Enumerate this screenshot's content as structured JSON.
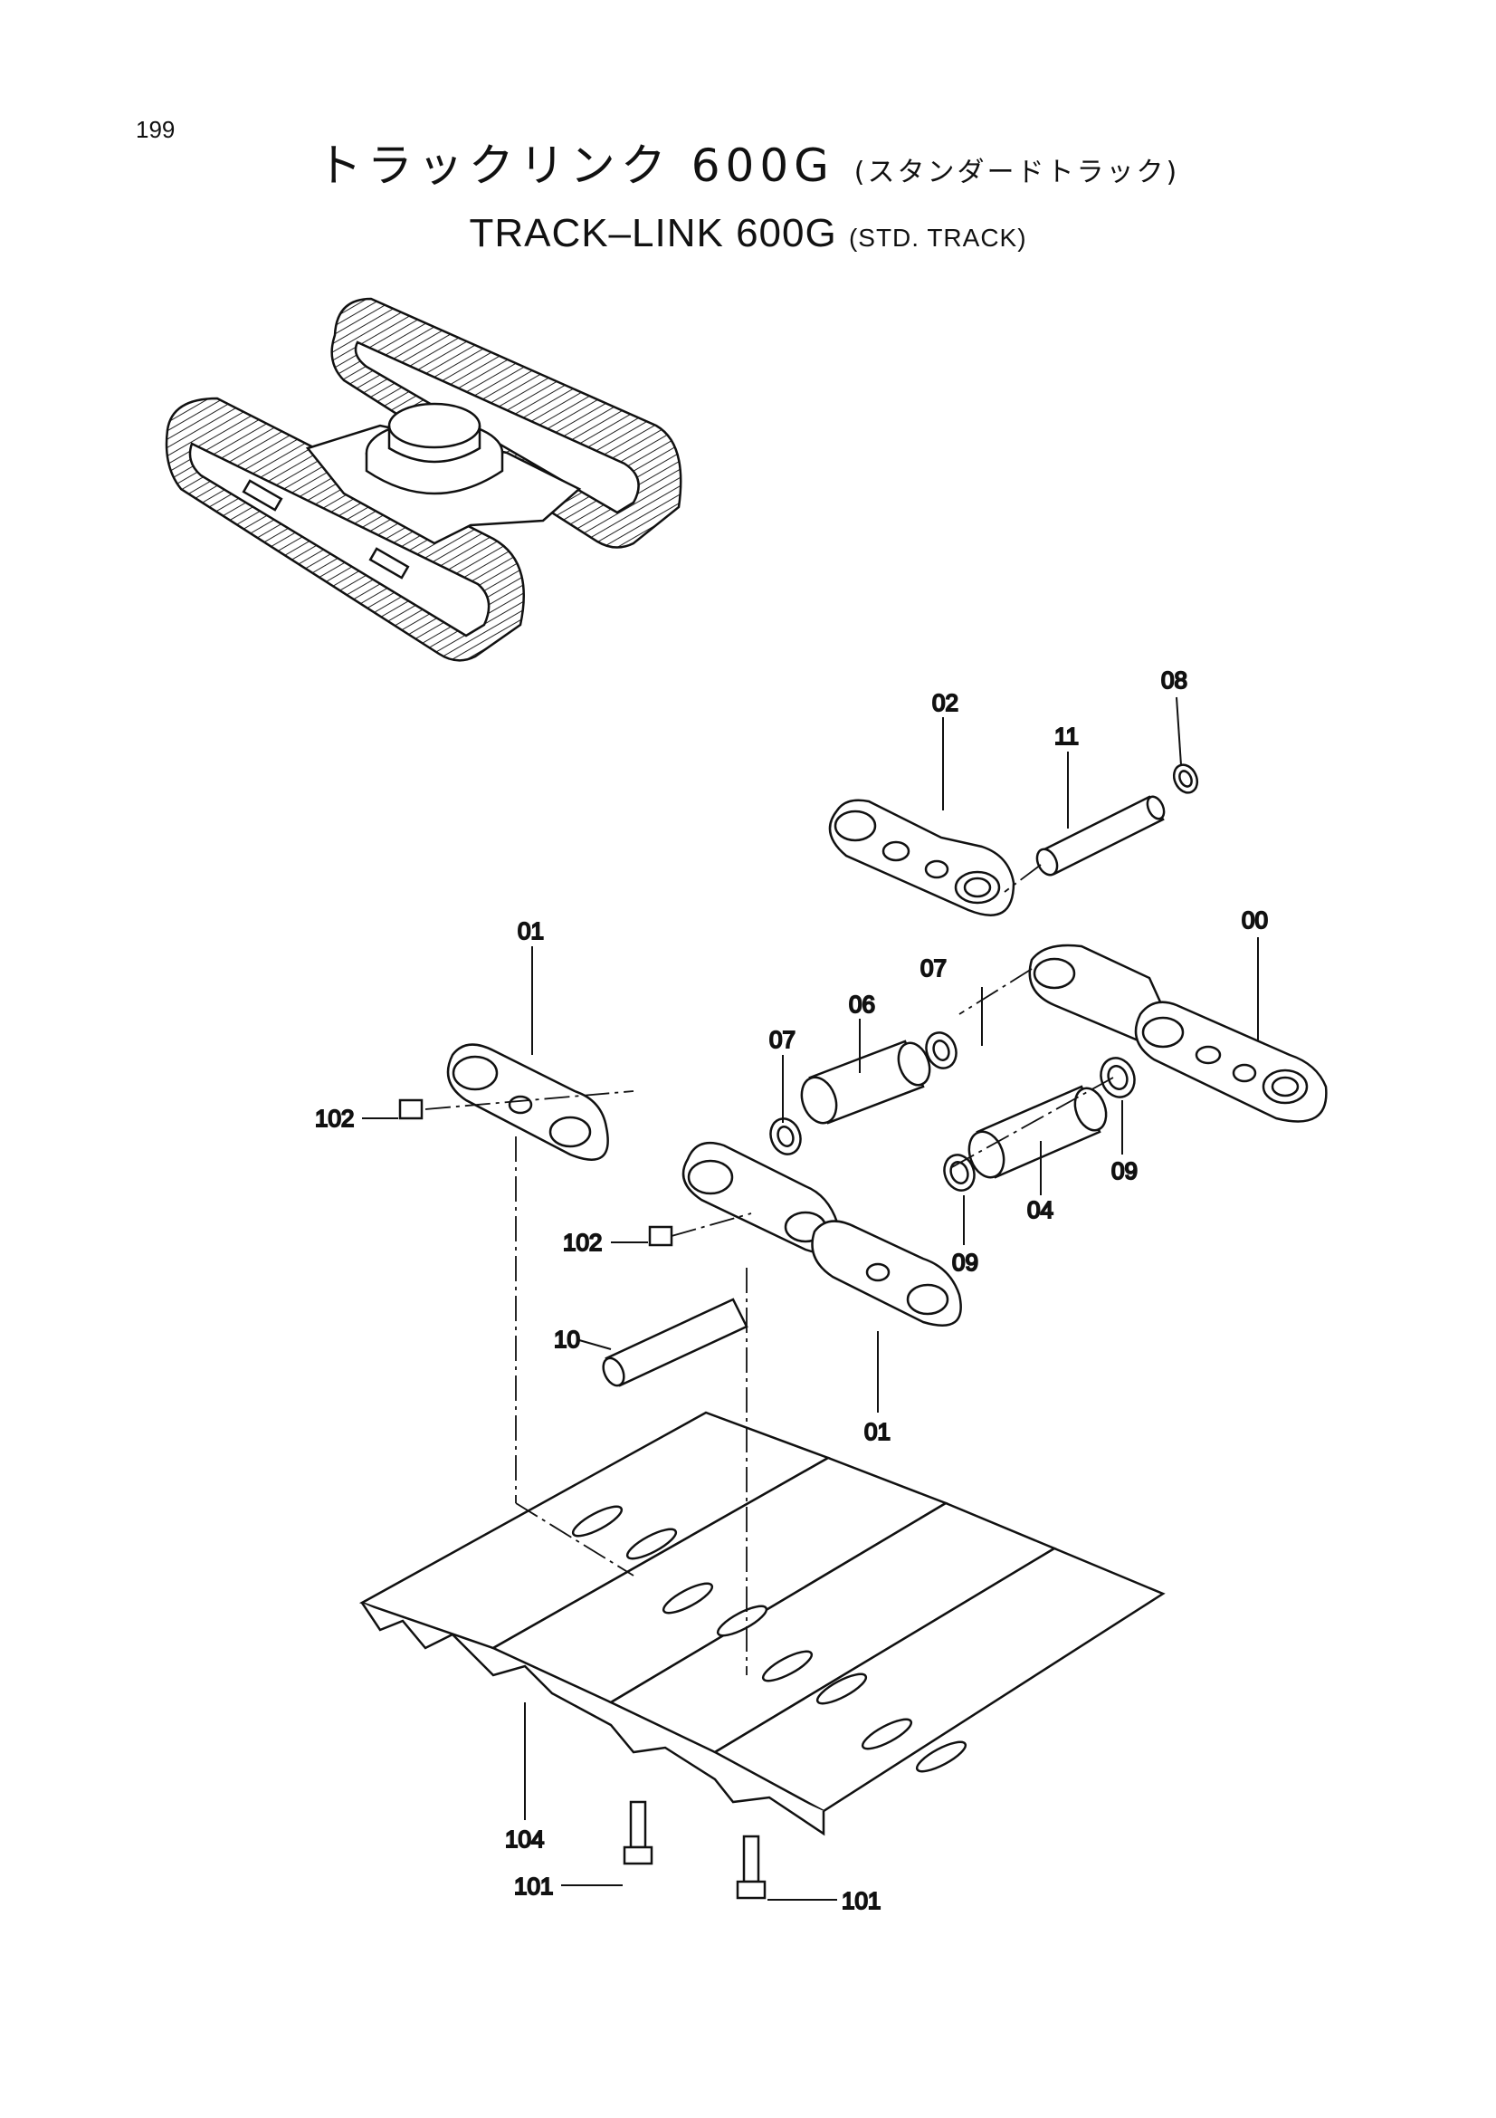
{
  "page_number": "199",
  "title": {
    "jp_main": "トラックリンク 600G",
    "jp_sub": "(スタンダードトラック)",
    "en_main": "TRACK–LINK 600G",
    "en_sub": "(STD. TRACK)"
  },
  "callouts": {
    "c00": "00",
    "c01_upper": "01",
    "c01_lower": "01",
    "c02": "02",
    "c04": "04",
    "c06": "06",
    "c07_left": "07",
    "c07_right": "07",
    "c08": "08",
    "c09_left": "09",
    "c09_right": "09",
    "c10": "10",
    "c11": "11",
    "c101_left": "101",
    "c101_right": "101",
    "c102_upper": "102",
    "c102_lower": "102",
    "c104": "104"
  }
}
